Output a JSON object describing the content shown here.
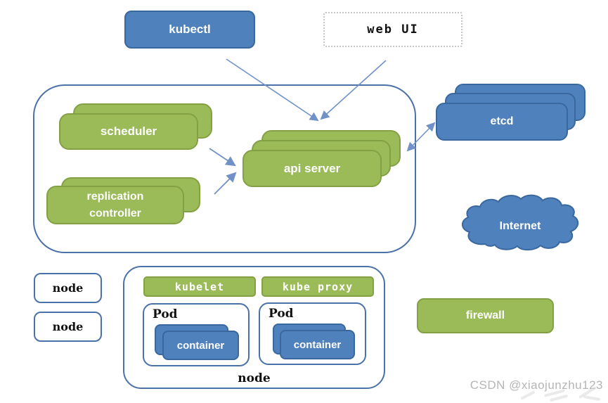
{
  "colors": {
    "blue": "#4f81bd",
    "blue_dark": "#3a689e",
    "green": "#9bbb59",
    "green_dark": "#83a144",
    "outline": "#4a72a8",
    "dotted": "#c4c4c4",
    "arrow": "#7191c7",
    "text_dark": "#111111",
    "text_light": "#ffffff",
    "watermark": "#b5b5b5"
  },
  "nodes": {
    "kubectl": {
      "label": "kubectl"
    },
    "web_ui": {
      "label": "web UI"
    },
    "scheduler": {
      "label": "scheduler"
    },
    "replication_controller": {
      "line1": "replication",
      "line2": "controller"
    },
    "api_server": {
      "label": "api server"
    },
    "etcd": {
      "label": "etcd"
    },
    "internet": {
      "label": "Internet"
    },
    "node_1": {
      "label": "node"
    },
    "node_2": {
      "label": "node"
    },
    "kubelet": {
      "label": "kubelet"
    },
    "kube_proxy": {
      "label": "kube proxy"
    },
    "pod_1": {
      "label": "Pod",
      "container": "container"
    },
    "pod_2": {
      "label": "Pod",
      "container": "container"
    },
    "worker_node": {
      "label": "node"
    },
    "firewall": {
      "label": "firewall"
    }
  },
  "watermark": {
    "text": "CSDN @xiaojunzhu123"
  }
}
